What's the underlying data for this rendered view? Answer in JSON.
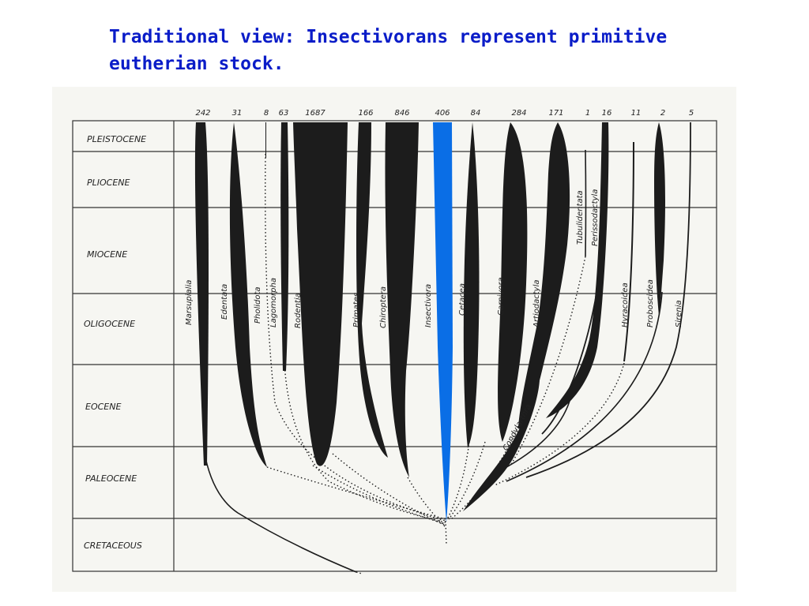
{
  "title": {
    "line1": "Traditional view:  Insectivorans represent primitive",
    "line2": "eutherian stock."
  },
  "colors": {
    "title": "#0a1cc8",
    "lineage": "#1c1c1c",
    "highlight": "#0a6ee6"
  },
  "epochs": [
    "PLEISTOCENE",
    "PLIOCENE",
    "MIOCENE",
    "OLIGOCENE",
    "EOCENE",
    "PALEOCENE",
    "CRETACEOUS"
  ],
  "orders": [
    {
      "id": "marsupialia",
      "name": "Marsupialia",
      "count": "242"
    },
    {
      "id": "edentata",
      "name": "Edentata",
      "count": "31"
    },
    {
      "id": "pholidota",
      "name": "Pholidota",
      "count": "8"
    },
    {
      "id": "lagomorpha",
      "name": "Lagomorpha",
      "count": "63"
    },
    {
      "id": "rodentia",
      "name": "Rodentia",
      "count": "1687"
    },
    {
      "id": "primates",
      "name": "Primates",
      "count": "166"
    },
    {
      "id": "chiroptera",
      "name": "Chiroptera",
      "count": "846"
    },
    {
      "id": "insectivora",
      "name": "Insectivora",
      "count": "406"
    },
    {
      "id": "cetacea",
      "name": "Cetacea",
      "count": "84"
    },
    {
      "id": "carnivora",
      "name": "Carnivora",
      "count": "284"
    },
    {
      "id": "artiodactyla",
      "name": "Artiodactyla",
      "count": "171"
    },
    {
      "id": "tubulidentata",
      "name": "Tubulidentata",
      "count": "1"
    },
    {
      "id": "perissodactyla",
      "name": "Perissodactyla",
      "count": "16"
    },
    {
      "id": "hyracoidea",
      "name": "Hyracoidea",
      "count": "11"
    },
    {
      "id": "proboscidea",
      "name": "Proboscidea",
      "count": "2"
    },
    {
      "id": "sirenia",
      "name": "Sirenia",
      "count": "5"
    }
  ],
  "extra_labels": {
    "condylarthra": "Condylarthra"
  }
}
